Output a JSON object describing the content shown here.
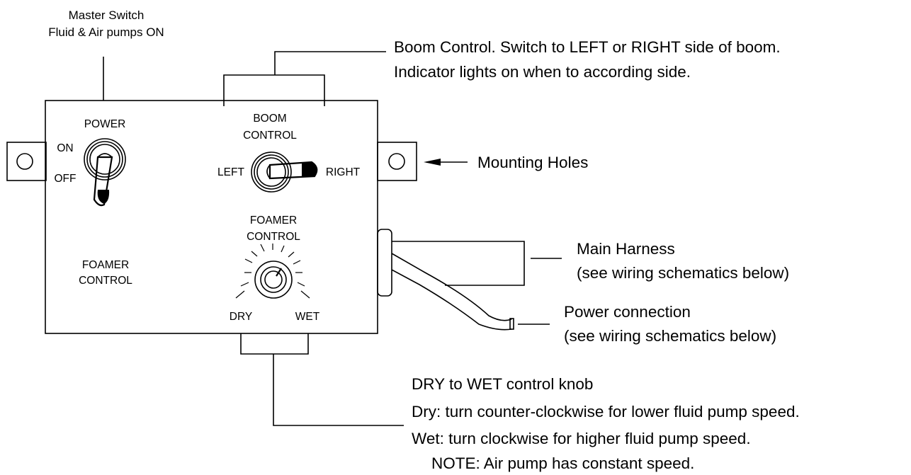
{
  "master_switch": {
    "line1": "Master Switch",
    "line2": "Fluid & Air pumps ON"
  },
  "boom_callout": {
    "line1": "Boom Control. Switch to LEFT or RIGHT side of boom.",
    "line2": "Indicator lights on when to according side."
  },
  "panel": {
    "power_label": "POWER",
    "on_label": "ON",
    "off_label": "OFF",
    "boom_line1": "BOOM",
    "boom_line2": "CONTROL",
    "left_label": "LEFT",
    "right_label": "RIGHT",
    "foamer_line1": "FOAMER",
    "foamer_line2": "CONTROL",
    "panel_foamer_line1": "FOAMER",
    "panel_foamer_line2": "CONTROL",
    "dry_label": "DRY",
    "wet_label": "WET"
  },
  "mounting_holes": "Mounting Holes",
  "main_harness": {
    "line1": "Main Harness",
    "line2": "(see wiring schematics below)"
  },
  "power_connection": {
    "line1": "Power connection",
    "line2": "(see wiring schematics below)"
  },
  "knob_callout": {
    "title": "DRY to WET control knob",
    "dry": "Dry: turn counter-clockwise for lower fluid pump speed.",
    "wet": "Wet: turn clockwise for higher fluid pump speed.",
    "note": "NOTE: Air pump has constant speed."
  }
}
